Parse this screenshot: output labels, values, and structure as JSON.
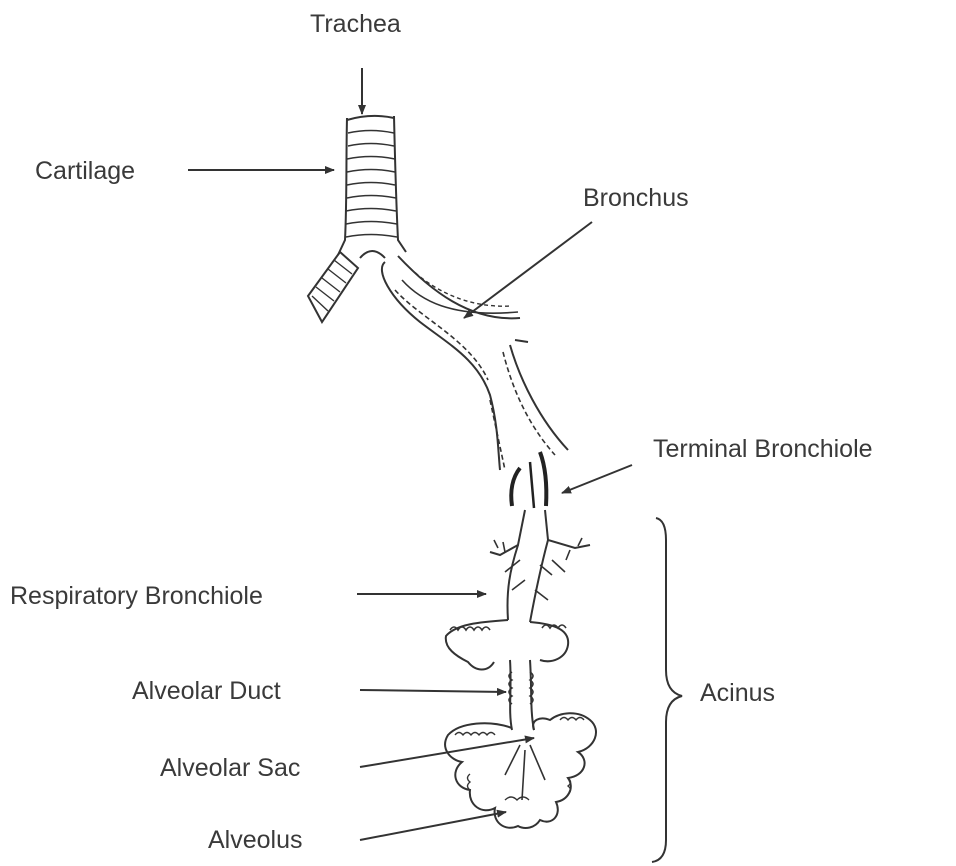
{
  "labels": {
    "trachea": "Trachea",
    "cartilage": "Cartilage",
    "bronchus": "Bronchus",
    "terminal_bronchiole": "Terminal Bronchiole",
    "respiratory_bronchiole": "Respiratory Bronchiole",
    "alveolar_duct": "Alveolar Duct",
    "alveolar_sac": "Alveolar Sac",
    "alveolus": "Alveolus",
    "acinus": "Acinus"
  },
  "colors": {
    "ink": "#333333",
    "label": "#3a3a3a",
    "background": "#ffffff"
  }
}
